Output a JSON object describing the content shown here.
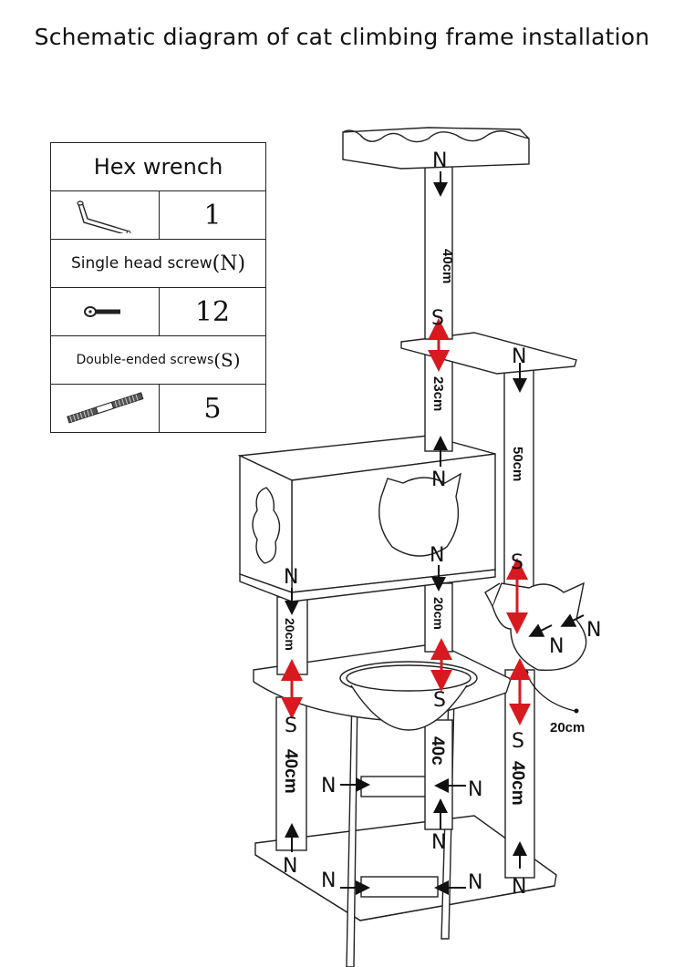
{
  "title": "Schematic diagram of cat climbing frame installation",
  "parts_table": {
    "header": "Hex wrench",
    "rows": [
      {
        "icon": "hex-wrench-icon",
        "qty": "1"
      },
      {
        "label_main": "Single head screw",
        "label_paren": "(N)"
      },
      {
        "icon": "single-head-screw-icon",
        "qty": "12"
      },
      {
        "label_main": "Double-ended screws",
        "label_paren": "(S)"
      },
      {
        "icon": "double-ended-screw-icon",
        "qty": "5"
      }
    ]
  },
  "screw_letters": {
    "single": "N",
    "double": "S"
  },
  "dimensions": {
    "top_post": "40cm",
    "upper_post": "23cm",
    "right_tall_post": "50cm",
    "left_mid_post": "20cm",
    "center_mid_post": "20cm",
    "lower_left_post": "40cm",
    "lower_center_post": "40c",
    "lower_right_post": "40cm",
    "right_lower_short": "20cm"
  },
  "colors": {
    "line": "#222222",
    "arrow_red": "#d8191f",
    "arrow_black": "#111111"
  }
}
